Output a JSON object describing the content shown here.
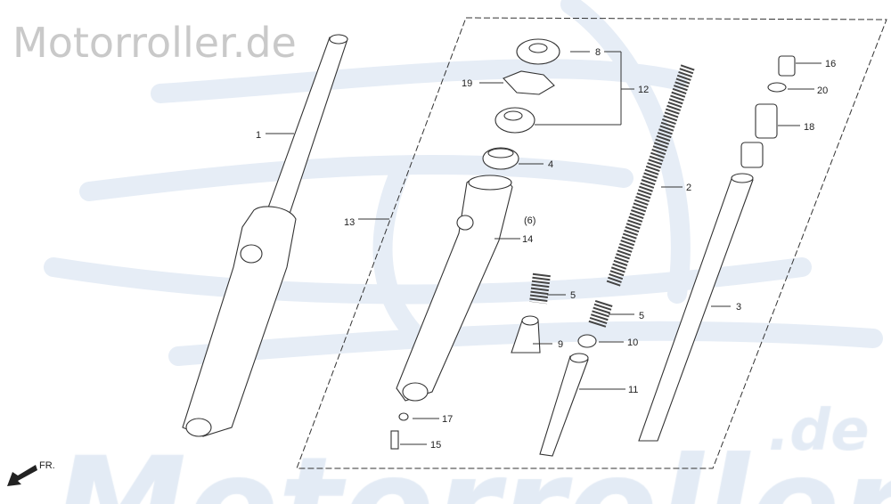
{
  "watermark": {
    "top": "Motorroller.de",
    "bottom": "Motorroller",
    "bottom_suffix": ".de"
  },
  "colors": {
    "watermark_blue": "#e3ebf5",
    "watermark_gray": "#c9c9c9",
    "line": "#333333"
  },
  "direction_indicator": {
    "label": "FR.",
    "icon": "arrow-down-left-icon"
  },
  "callouts": {
    "p1": "1",
    "p2": "2",
    "p3": "3",
    "p4": "4",
    "p5a": "5",
    "p5b": "5",
    "p6": "(6)",
    "p8": "8",
    "p9": "9",
    "p10": "10",
    "p11": "11",
    "p12": "12",
    "p13": "13",
    "p14": "14",
    "p15": "15",
    "p16": "16",
    "p17": "17",
    "p18": "18",
    "p19": "19",
    "p20": "20"
  }
}
